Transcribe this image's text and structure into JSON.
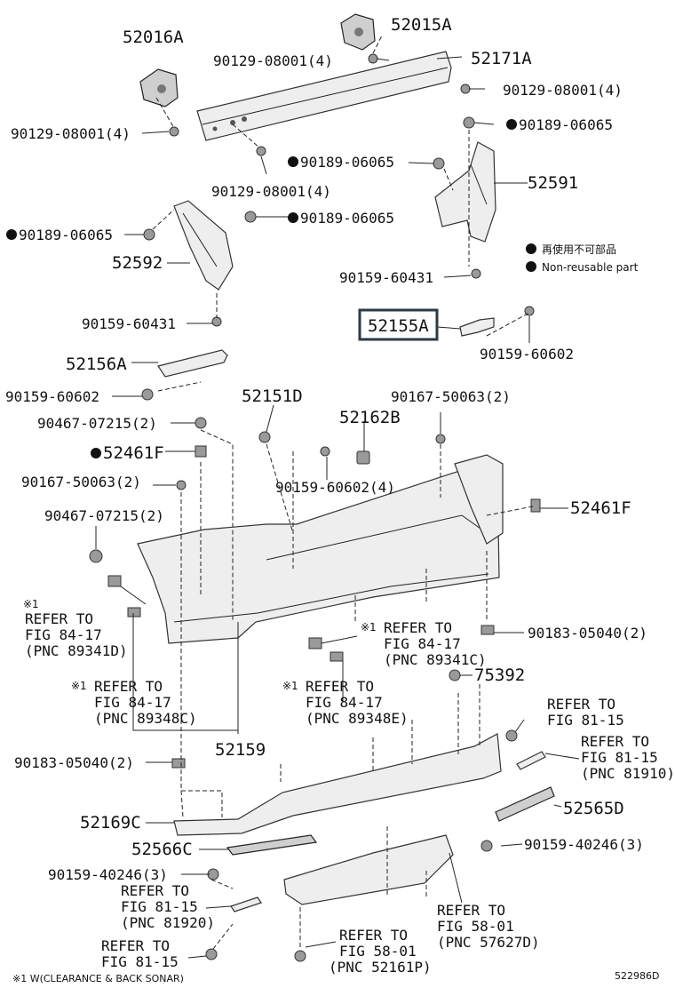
{
  "diagram": {
    "legend": {
      "marker_icon": "filled-circle",
      "line1": "再使用不可部品",
      "line2": "Non-reusable part"
    },
    "highlighted_part": "52155A",
    "part_labels": [
      "52016A",
      "52015A",
      "90129-08001(4)",
      "52171A",
      "90129-08001(4)",
      "90129-08001(4)",
      "90189-06065",
      "90189-06065",
      "90129-08001(4)",
      "52591",
      "90189-06065",
      "90189-06065",
      "52592",
      "90159-60431",
      "90159-60431",
      "52155A",
      "90159-60602",
      "52156A",
      "90159-60602",
      "52151D",
      "90167-50063(2)",
      "90467-07215(2)",
      "52162B",
      "52461F",
      "90167-50063(2)",
      "90159-60602(4)",
      "90467-07215(2)",
      "52461F",
      "90183-05040(2)",
      "75392",
      "52159",
      "90183-05040(2)",
      "52169C",
      "52565D",
      "52566C",
      "90159-40246(3)",
      "90159-40246(3)"
    ],
    "refer_notes": [
      {
        "mark": "※1",
        "lines": [
          "REFER TO",
          "FIG 84-17",
          "(PNC 89341D)"
        ]
      },
      {
        "mark": "※1",
        "lines": [
          "REFER TO",
          "FIG 84-17",
          "(PNC 89341C)"
        ]
      },
      {
        "mark": "※1",
        "lines": [
          "REFER TO",
          "FIG 84-17",
          "(PNC 89348C)"
        ]
      },
      {
        "mark": "※1",
        "lines": [
          "REFER TO",
          "FIG 84-17",
          "(PNC 89348E)"
        ]
      },
      {
        "mark": "",
        "lines": [
          "REFER TO",
          "FIG 81-15"
        ]
      },
      {
        "mark": "",
        "lines": [
          "REFER TO",
          "FIG 81-15",
          "(PNC 81910)"
        ]
      },
      {
        "mark": "",
        "lines": [
          "REFER TO",
          "FIG 81-15",
          "(PNC 81920)"
        ]
      },
      {
        "mark": "",
        "lines": [
          "REFER TO",
          "FIG 81-15"
        ]
      },
      {
        "mark": "",
        "lines": [
          "REFER TO",
          "FIG 58-01",
          "(PNC 52161P)"
        ]
      },
      {
        "mark": "",
        "lines": [
          "REFER TO",
          "FIG 58-01",
          "(PNC 57627D)"
        ]
      }
    ],
    "footnote": "※1 W(CLEARANCE & BACK SONAR)",
    "figure_id": "522986D",
    "non_reusable_parts": [
      "90189-06065",
      "52461F"
    ]
  }
}
